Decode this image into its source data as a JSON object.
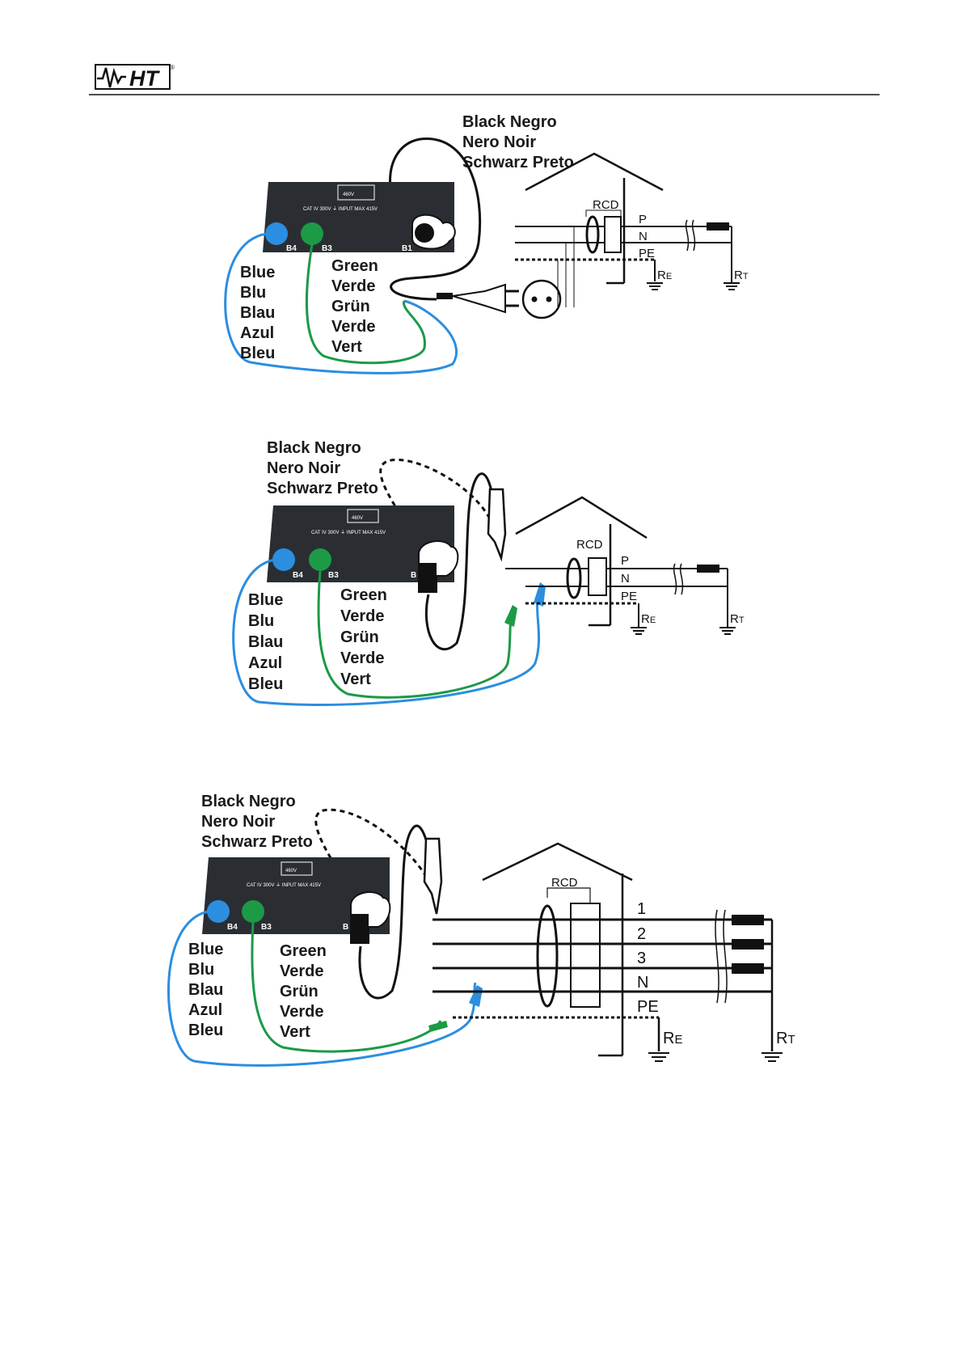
{
  "header": {
    "logo_text": "HT",
    "registered": "®"
  },
  "diagrams": [
    {
      "black_lines": [
        "Black Negro",
        "Nero  Noir",
        "Schwarz Preto"
      ],
      "blue_lines": [
        "Blue",
        "Blu",
        "Blau",
        "Azul",
        "Bleu"
      ],
      "green_lines": [
        "Green",
        "Verde",
        "Grün",
        "Verde",
        "Vert"
      ],
      "instrument": {
        "badge": "460V",
        "rating": "CAT IV 300V  ⏚  INPUT MAX 415V",
        "ports": [
          "B4",
          "B3",
          "B1"
        ]
      },
      "rcd": "RCD",
      "conductors": [
        "P",
        "N",
        "PE"
      ],
      "re": "R",
      "re_sub": "E",
      "rt": "R",
      "rt_sub": "T"
    },
    {
      "black_lines": [
        "Black Negro",
        "Nero  Noir",
        "Schwarz Preto"
      ],
      "blue_lines": [
        "Blue",
        "Blu",
        "Blau",
        "Azul",
        "Bleu"
      ],
      "green_lines": [
        "Green",
        "Verde",
        "Grün",
        "Verde",
        "Vert"
      ],
      "instrument": {
        "badge": "460V",
        "rating": "CAT IV 300V  ⏚  INPUT MAX 415V",
        "ports": [
          "B4",
          "B3",
          "B"
        ]
      },
      "rcd": "RCD",
      "conductors": [
        "P",
        "N",
        "PE"
      ],
      "re": "R",
      "re_sub": "E",
      "rt": "R",
      "rt_sub": "T"
    },
    {
      "black_lines": [
        "Black Negro",
        "Nero  Noir",
        "Schwarz Preto"
      ],
      "blue_lines": [
        "Blue",
        "Blu",
        "Blau",
        "Azul",
        "Bleu"
      ],
      "green_lines": [
        "Green",
        "Verde",
        "Grün",
        "Verde",
        "Vert"
      ],
      "instrument": {
        "badge": "460V",
        "rating": "CAT IV 300V  ⏚  INPUT MAX 415V",
        "ports": [
          "B4",
          "B3",
          "B"
        ]
      },
      "rcd": "RCD",
      "conductors": [
        "1",
        "2",
        "3",
        "N",
        "PE"
      ],
      "re": "R",
      "re_sub": "E",
      "rt": "R",
      "rt_sub": "T"
    }
  ]
}
